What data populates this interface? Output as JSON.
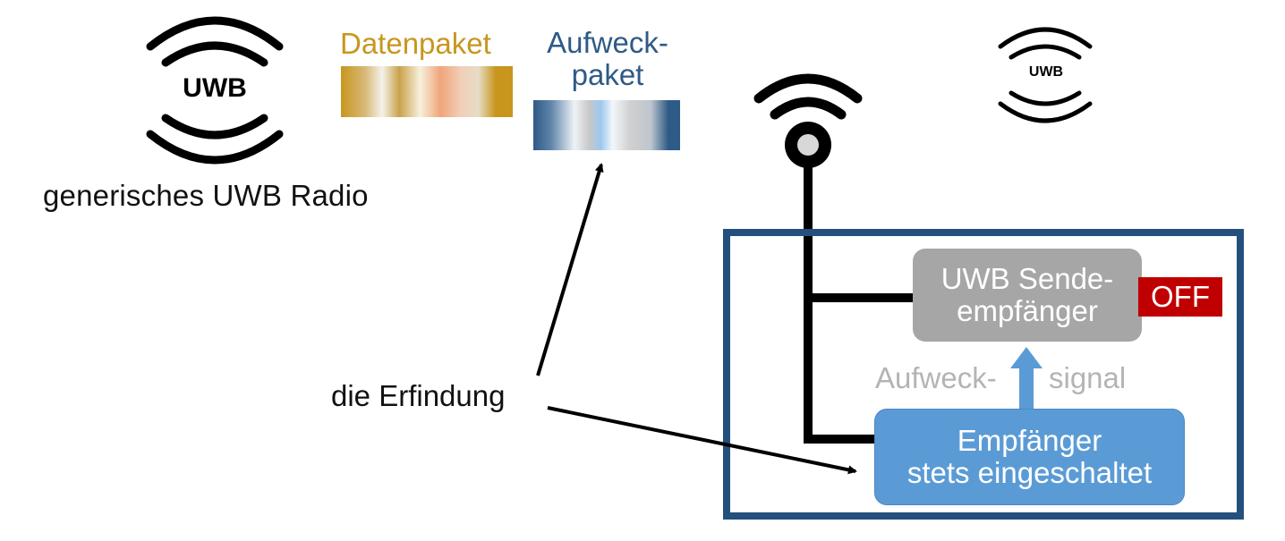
{
  "labels": {
    "generic_radio": "generisches  UWB Radio",
    "datenpaket": "Datenpaket",
    "aufweckpaket_line1": "Aufweck-",
    "aufweckpaket_line2": "paket",
    "invention": "die Erfindung",
    "wakeup_signal_left": "Aufweck-",
    "wakeup_signal_right": "signal"
  },
  "uwb_logo_large": "UWB",
  "uwb_logo_small": "UWB",
  "transceiver_box": {
    "line1": "UWB Sende-",
    "line2": "empfänger",
    "status": "OFF"
  },
  "receiver_box": {
    "line1": "Empfänger",
    "line2": "stets eingeschaltet"
  },
  "colors": {
    "datenpaket_text": "#C8961E",
    "aufweckpaket_text": "#2E5A86",
    "frame": "#24507D",
    "transceiver": "#A6A6A6",
    "receiver": "#5B9BD5",
    "off_badge": "#C00000",
    "signal_arrow": "#5B9BD5",
    "signal_text": "#B4B4B4"
  }
}
